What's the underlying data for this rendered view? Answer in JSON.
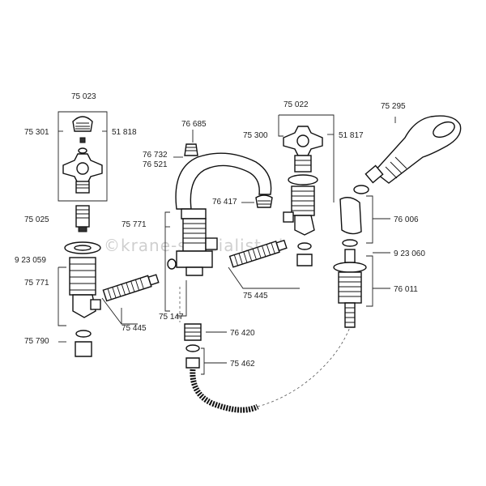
{
  "watermark": "©krane-specialist.nl",
  "parts": [
    {
      "id": "p75023",
      "number": "75 023"
    },
    {
      "id": "p75301",
      "number": "75 301"
    },
    {
      "id": "p51818",
      "number": "51 818"
    },
    {
      "id": "p75025",
      "number": "75 025"
    },
    {
      "id": "p923059",
      "number": "9 23 059"
    },
    {
      "id": "p75771a",
      "number": "75 771"
    },
    {
      "id": "p75790",
      "number": "75 790"
    },
    {
      "id": "p75445a",
      "number": "75 445"
    },
    {
      "id": "p76685",
      "number": "76 685"
    },
    {
      "id": "p76732",
      "number": "76 732"
    },
    {
      "id": "p76521",
      "number": "76 521"
    },
    {
      "id": "p76417",
      "number": "76 417"
    },
    {
      "id": "p75771b",
      "number": "75 771"
    },
    {
      "id": "p75147",
      "number": "75 147"
    },
    {
      "id": "p75445b",
      "number": "75 445"
    },
    {
      "id": "p76420",
      "number": "76 420"
    },
    {
      "id": "p75462",
      "number": "75 462"
    },
    {
      "id": "p75022",
      "number": "75 022"
    },
    {
      "id": "p75300",
      "number": "75 300"
    },
    {
      "id": "p51817",
      "number": "51 817"
    },
    {
      "id": "p75295",
      "number": "75 295"
    },
    {
      "id": "p76006",
      "number": "76 006"
    },
    {
      "id": "p923060",
      "number": "9 23 060"
    },
    {
      "id": "p76011",
      "number": "76 011"
    }
  ]
}
